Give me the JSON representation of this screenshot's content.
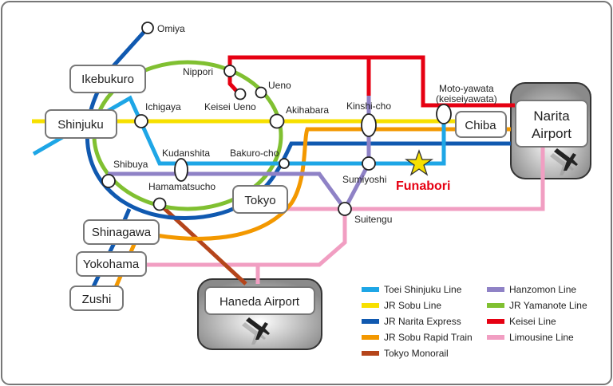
{
  "stations": {
    "omiya": "Omiya",
    "nippori": "Nippori",
    "ueno": "Ueno",
    "keisei_ueno": "Keisei Ueno",
    "ichigaya": "Ichigaya",
    "akihabara": "Akihabara",
    "kinshicho": "Kinshi-cho",
    "motoyawata_1": "Moto-yawata",
    "motoyawata_2": "(keiseiyawata)",
    "kudanshita": "Kudanshita",
    "bakurocho": "Bakuro-cho",
    "shibuya": "Shibuya",
    "hamamatsucho": "Hamamatsucho",
    "sumiyoshi": "Sumiyoshi",
    "suitengu": "Suitengu",
    "funabori": "Funabori"
  },
  "hubs": {
    "ikebukuro": "Ikebukuro",
    "shinjuku": "Shinjuku",
    "tokyo": "Tokyo",
    "chiba": "Chiba",
    "narita_1": "Narita",
    "narita_2": "Airport",
    "shinagawa": "Shinagawa",
    "yokohama": "Yokohama",
    "zushi": "Zushi",
    "haneda": "Haneda Airport"
  },
  "legend": [
    {
      "label": "Toei Shinjuku Line",
      "color": "#1ea6e6"
    },
    {
      "label": "JR Sobu Line",
      "color": "#f7e000"
    },
    {
      "label": "JR Narita Express",
      "color": "#1059b0"
    },
    {
      "label": "JR Sobu Rapid Train",
      "color": "#f39800"
    },
    {
      "label": "Tokyo Monorail",
      "color": "#b5451b"
    },
    {
      "label": "Hanzomon Line",
      "color": "#8f82c6"
    },
    {
      "label": "JR Yamanote Line",
      "color": "#80c031"
    },
    {
      "label": "Keisei Line",
      "color": "#e60012"
    },
    {
      "label": "Limousine Line",
      "color": "#f19ec2"
    }
  ],
  "colors": {
    "highlight": "#e60012",
    "star": "#f7e000"
  }
}
